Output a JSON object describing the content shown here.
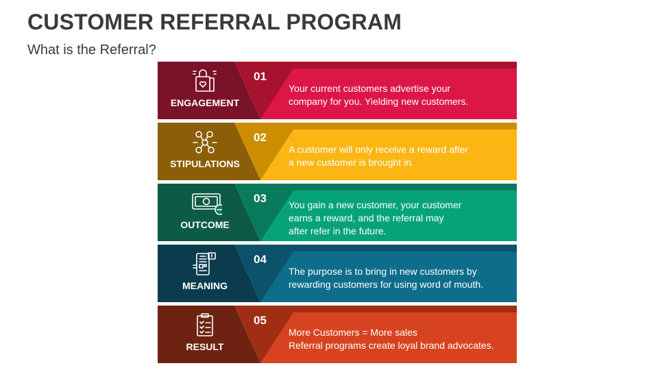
{
  "header": {
    "title": "CUSTOMER REFERRAL PROGRAM",
    "subtitle": "What is the Referral?"
  },
  "rows": [
    {
      "number": "01",
      "label": "ENGAGEMENT",
      "icon": "shopping-bag-icon",
      "lines": [
        "Your current customers advertise your",
        "company for you. Yielding new customers."
      ],
      "colors": {
        "dark": "#7a1228",
        "mid": "#a7122f",
        "light": "#dc1747"
      }
    },
    {
      "number": "02",
      "label": "STIPULATIONS",
      "icon": "network-people-icon",
      "lines": [
        "A customer will only receive a reward after",
        "a new customer is brought in."
      ],
      "colors": {
        "dark": "#8b5e07",
        "mid": "#cc8e00",
        "light": "#fbb614"
      }
    },
    {
      "number": "03",
      "label": "OUTCOME",
      "icon": "money-minus-icon",
      "lines": [
        "You gain a new customer, your customer",
        "earns a reward, and the referral may",
        "after refer in the future."
      ],
      "colors": {
        "dark": "#0d5b44",
        "mid": "#0a7a5c",
        "light": "#06a37b"
      }
    },
    {
      "number": "04",
      "label": "MEANING",
      "icon": "mobile-phone-icon",
      "lines": [
        "The purpose is to bring in new customers by",
        "rewarding customers for using word of mouth."
      ],
      "colors": {
        "dark": "#0a3c4e",
        "mid": "#0b526a",
        "light": "#0e6d8b"
      }
    },
    {
      "number": "05",
      "label": "RESULT",
      "icon": "clipboard-icon",
      "lines": [
        "More Customers = More sales",
        "Referral programs create loyal brand advocates."
      ],
      "colors": {
        "dark": "#6e2212",
        "mid": "#a02e14",
        "light": "#d74320"
      }
    }
  ]
}
